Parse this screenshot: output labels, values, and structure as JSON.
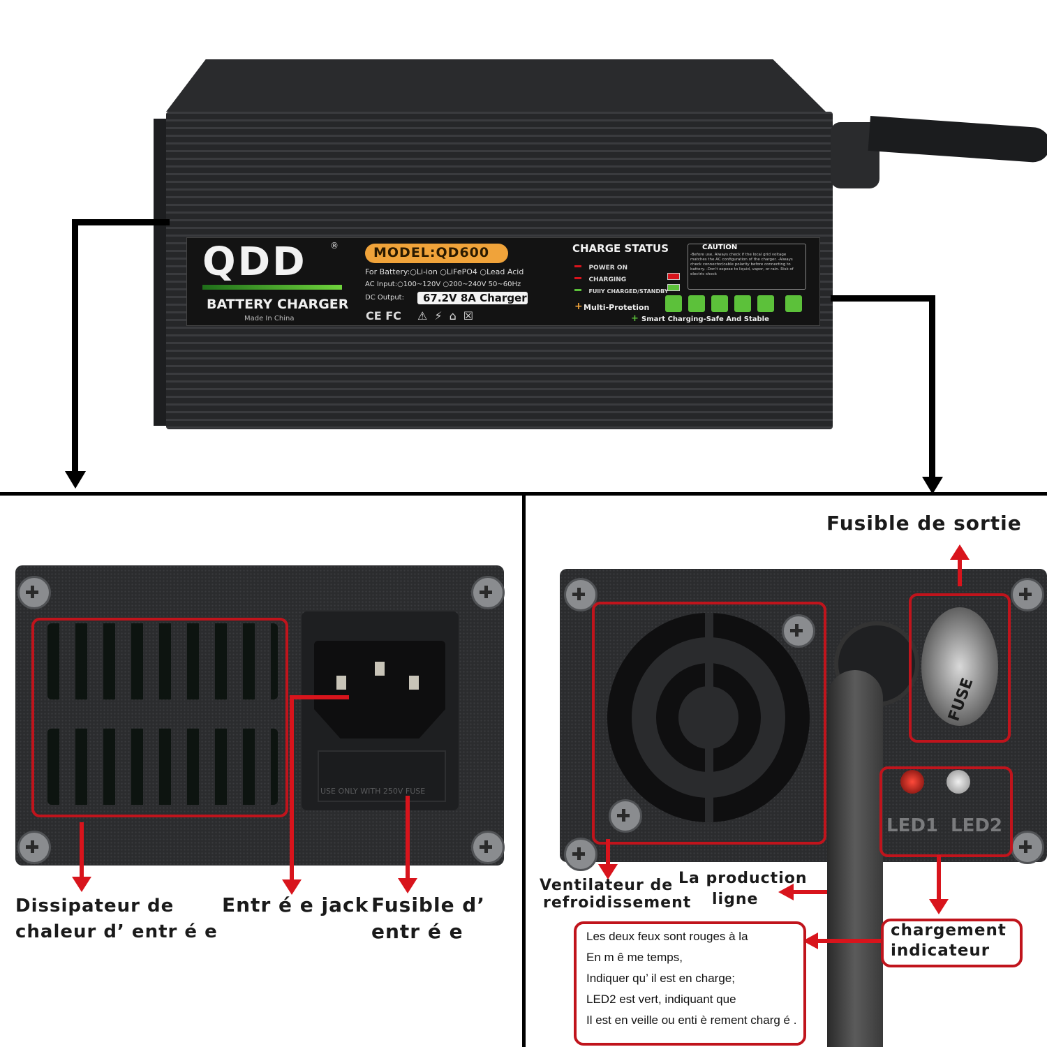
{
  "brand": {
    "logo": "QDD",
    "registered": "®",
    "product": "BATTERY CHARGER",
    "origin": "Made In China"
  },
  "label": {
    "model": "MODEL:QD600",
    "battery_line": "For Battery:○Li-ion ○LiFePO4 ○Lead Acid",
    "ac_line": "AC Input:○100~120V ○200~240V   50~60Hz",
    "dc_prefix": "DC Output:",
    "dc_value": "67.2V 8A Charger",
    "cert_marks": "CE FC",
    "charge_status_title": "CHARGE STATUS",
    "status_items": [
      "POWER ON",
      "CHARGING",
      "FUllY CHARGED/STANDBY"
    ],
    "multi_protection": "Multi-Protetion",
    "smart_charging": "Smart Charging-Safe And Stable",
    "caution_title": "CAUTION",
    "caution_text": "-Before use, Always check if the local grid voltage matches the AC configuration of the charger. -Always check connector/cable polarity before connecting to battery. -Don't expose to liquid, vapor, or rain. Risk of electric shock"
  },
  "left_panel": {
    "fuse_plate_text": "USE ONLY WITH 250V FUSE",
    "captions": {
      "heatsink": [
        "Dissipateur de",
        "chaleur d’ entr é e"
      ],
      "input_jack": "Entr é e jack",
      "input_fuse": [
        "Fusible d’",
        "entr é e"
      ]
    }
  },
  "right_panel": {
    "fuse_cap_text": "FUSE",
    "led_labels": [
      "LED1",
      "LED2"
    ],
    "captions": {
      "output_fuse": "Fusible de sortie",
      "fan": [
        "Ventilateur de",
        "refroidissement"
      ],
      "output_line": [
        "La  production",
        "ligne"
      ],
      "charging_indicator": [
        "chargement",
        "indicateur"
      ]
    },
    "note_lines": [
      "Les deux feux sont rouges à la",
      "En m ê me temps,",
      "Indiquer qu’ il est en charge;",
      "LED2 est vert, indiquant que",
      "Il est en veille ou enti è rement charg é ."
    ]
  },
  "colors": {
    "accent_red": "#d8141c",
    "label_orange": "#f0a33a",
    "protection_green": "#5cc13a",
    "body_dark": "#2f3032"
  }
}
